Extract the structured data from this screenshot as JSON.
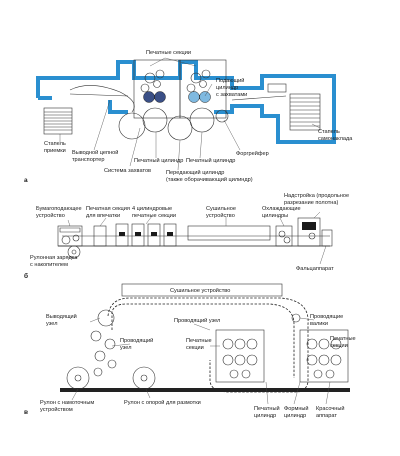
{
  "diagram_a": {
    "letter": "а",
    "labels": {
      "print_sections": "Печатные секции",
      "feed_cyl_1": "Подающий",
      "feed_cyl_2": "цилиндр",
      "feed_cyl_3": "с захватами",
      "delivery_stack_1": "Стапель",
      "delivery_stack_2": "приемки",
      "chain_1": "Выводной цепной",
      "chain_2": "транспортер",
      "grip_system": "Система захватов",
      "imp_cyl_1": "Печатный цилиндр",
      "imp_cyl_2": "Печатный цилиндр",
      "transfer_1": "Передающий цилиндр",
      "transfer_2": "(также оборачивающий цилиндр)",
      "forgripper": "Форгрейфер",
      "feed_stack_1": "Стапель",
      "feed_stack_2": "самонаклада"
    }
  },
  "diagram_b": {
    "letter": "б",
    "labels": {
      "paper_1": "Бумагоподающее",
      "paper_2": "устройство",
      "prim_1": "Печатная секция",
      "prim_2": "для впечатки",
      "cyl4_1": "4 цилиндровые",
      "cyl4_2": "печатные секции",
      "dryer_1": "Сушильное",
      "dryer_2": "устройство",
      "cool_1": "Охлаждающие",
      "cool_2": "цилиндры",
      "super_1": "Надстройка (продольное",
      "super_2": "разрезание полотна)",
      "roll_1": "Рулонная зарядка",
      "roll_2": "с накопителем",
      "folder": "Фальцаппарат"
    }
  },
  "diagram_c": {
    "letter": "в",
    "labels": {
      "dryer": "Сушильное устройство",
      "out_1": "Выводящий",
      "out_2": "узел",
      "guide_top": "Проводящий узел",
      "guide_rollers_1": "Проводящие",
      "guide_rollers_2": "валики",
      "print_left_1": "Печатные",
      "print_left_2": "секции",
      "print_right_1": "Печатные",
      "print_right_2": "секции",
      "guide_left_1": "Проводящий",
      "guide_left_2": "узел",
      "rewind_1": "Рулон с намоточным",
      "rewind_2": "устройством",
      "unwind": "Рулон с опорой для размотки",
      "imp_1": "Печатный",
      "imp_2": "цилиндр",
      "form_1": "Формный",
      "form_2": "цилиндр",
      "ink_1": "Красочный",
      "ink_2": "аппарат"
    }
  }
}
